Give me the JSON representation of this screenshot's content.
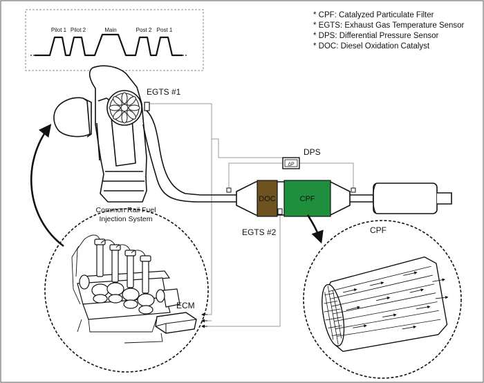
{
  "injection_profile": {
    "pulses": [
      "Pilot 1",
      "Pilot 2",
      "Main",
      "Post 2",
      "Post 1"
    ]
  },
  "legend": [
    "* CPF: Catalyzed Particulate Filter",
    "* EGTS: Exhaust Gas Temperature Sensor",
    "* DPS: Differential Pressure Sensor",
    "* DOC: Diesel Oxidation Catalyst"
  ],
  "labels": {
    "egts1": "EGTS #1",
    "egts2": "EGTS #2",
    "dps": "DPS",
    "dps_symbol": "ΔP",
    "doc": "DOC",
    "cpf": "CPF",
    "cpf_detail": "CPF",
    "engine_line1": "Common Rail Fuel",
    "engine_line2": "Injection System",
    "ecm": "ECM"
  },
  "colors": {
    "doc": "#6e5320",
    "cpf": "#1f8f3e",
    "line": "#111111",
    "wire": "#9a9a9a"
  }
}
